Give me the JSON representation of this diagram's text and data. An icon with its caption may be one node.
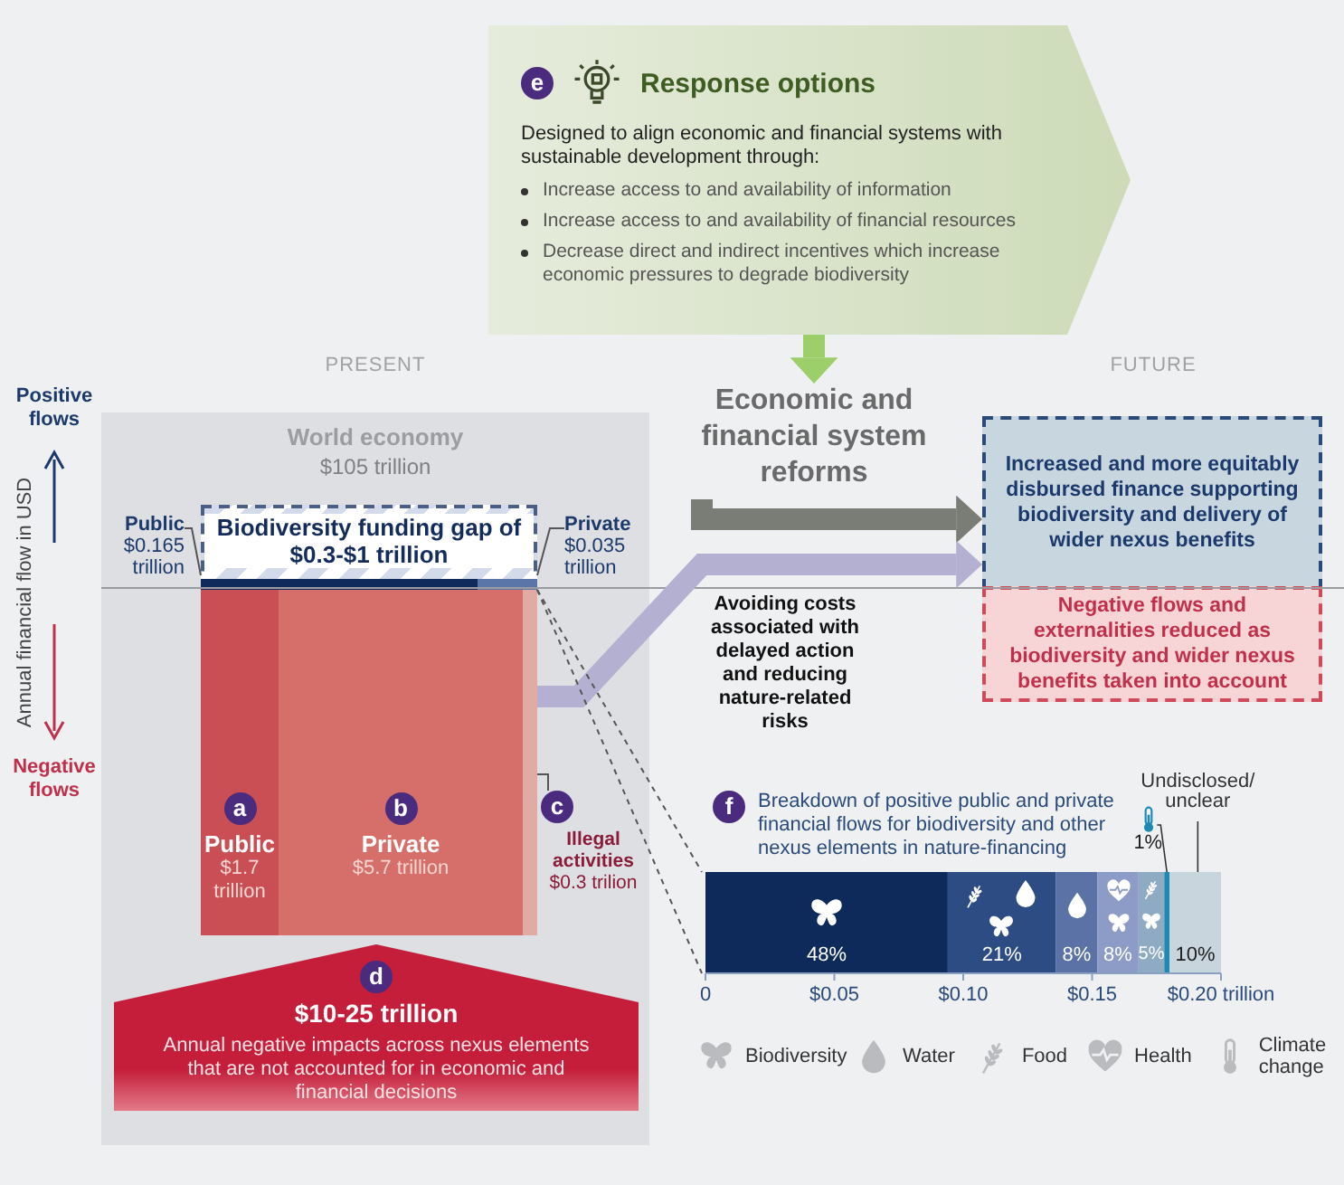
{
  "diagram": {
    "nodes": [
      {
        "text": [
          "e",
          "Response options",
          "Designed to align economic and financial systems with sustainable development through:",
          "Increase access to and availability of information",
          "Increase access to and availability of financial resources",
          "Decrease direct and indirect incentives which increase economic pressures to degrade biodiversity"
        ]
      },
      {
        "text": [
          "Economic and financial system reforms"
        ]
      },
      {
        "text": [
          "World economy",
          "$105 trillion"
        ]
      },
      {
        "text": [
          "Biodiversity funding gap of $0.3-$1 trillion"
        ],
        "in": 2
      },
      {
        "text": [
          "Public",
          "$0.165 trillion"
        ],
        "in": 2
      },
      {
        "text": [
          "Private",
          "$0.035 trillion"
        ],
        "in": 2
      },
      {
        "text": [
          "a",
          "Public",
          "$1.7 trillion"
        ],
        "in": 2
      },
      {
        "text": [
          "b",
          "Private",
          "$5.7 trillion"
        ],
        "in": 2
      },
      {
        "text": [
          "c",
          "Illegal activities",
          "$0.3 trilion"
        ],
        "in": 2
      },
      {
        "text": [],
        "shape": "bar",
        "in": 2
      },
      {
        "text": [
          "d",
          "$10-25 trillion",
          "Annual negative impacts across nexus elements that are not accounted for in economic and financial decisions"
        ],
        "in": 2
      },
      {
        "text": [
          "Increased and more equitably disbursed finance supporting biodiversity and delivery of wider nexus benefits"
        ]
      },
      {
        "text": [
          "Negative flows and externalities reduced as biodiversity and wider nexus benefits taken into account"
        ]
      },
      {
        "text": [
          "f",
          "Breakdown of positive public and private financial flows for biodiversity and other nexus elements in nature-financing"
        ]
      }
    ],
    "edges": [
      {
        "from": 0,
        "to": 1,
        "arrow": "to",
        "style": "thick",
        "color": "#9ccf6a"
      },
      {
        "from": 1,
        "to": 11,
        "arrow": "to",
        "style": "thick",
        "color": "#7a7d76"
      },
      {
        "from": 9,
        "to": 11,
        "arrow": "to",
        "style": "thick",
        "color": "#b3b0d2",
        "label": "Avoiding costs associated with delayed action and reducing nature-related risks"
      },
      {
        "from": 4,
        "to": 3,
        "arrow": "none"
      },
      {
        "from": 5,
        "to": 3,
        "arrow": "none"
      },
      {
        "from": 8,
        "to": 9,
        "arrow": "none"
      },
      {
        "from": 3,
        "to": 13,
        "arrow": "none",
        "style": "dashed"
      },
      {
        "from": 3,
        "to": 13,
        "arrow": "none",
        "style": "dashed"
      }
    ],
    "labels": [
      "PRESENT",
      "FUTURE",
      "Positive flows",
      "Negative flows",
      "Annual financial flow in USD"
    ],
    "legend": [
      {
        "text": "Biodiversity"
      },
      {
        "text": "Water"
      },
      {
        "text": "Food"
      },
      {
        "text": "Health"
      },
      {
        "text": "Climate change"
      }
    ],
    "chart_data": {
      "type": "bar",
      "orientation": "horizontal",
      "stacked": true,
      "categories": [
        null
      ],
      "series": [
        {
          "color": "#0e2a5a",
          "values": [
            0.094
          ]
        },
        {
          "color": "#2d4c84",
          "values": [
            0.042
          ]
        },
        {
          "color": "#5a72a6",
          "values": [
            0.016
          ]
        },
        {
          "color": "#8d9bc7",
          "values": [
            0.016
          ]
        },
        {
          "color": "#8fabc4",
          "values": [
            0.01
          ]
        },
        {
          "color": "#1d8ab3",
          "values": [
            0.002
          ]
        },
        {
          "color": "#c9d5dd",
          "values": [
            0.02
          ]
        }
      ],
      "xlim": [
        0,
        0.2
      ],
      "xticks": [
        0,
        {
          "value": 0.05,
          "label": "$0.05"
        },
        {
          "value": 0.1,
          "label": "$0.10"
        },
        {
          "value": 0.15,
          "label": "$0.15"
        },
        {
          "value": 0.2,
          "label": "$0.20 trillion"
        }
      ],
      "value_labels": [
        "48%",
        "21%",
        "8%",
        "8%",
        "5%",
        "1%",
        "10%"
      ],
      "annotations": [
        "Undisclosed/ unclear"
      ]
    }
  }
}
